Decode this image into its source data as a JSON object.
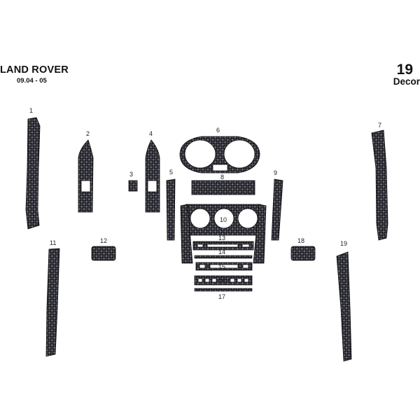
{
  "header": {
    "brand": "LAND ROVER",
    "date_range": "09.04 - 05",
    "piece_count": "19",
    "kind": "Decor"
  },
  "colors": {
    "carbon_dark": "#1b1b1f",
    "carbon_light": "#6c6c78",
    "outline": "#0b0b0b"
  },
  "parts": [
    "1",
    "2",
    "3",
    "4",
    "5",
    "6",
    "7",
    "8",
    "9",
    "10",
    "11",
    "12",
    "13",
    "14",
    "15",
    "16",
    "17",
    "18",
    "19"
  ]
}
